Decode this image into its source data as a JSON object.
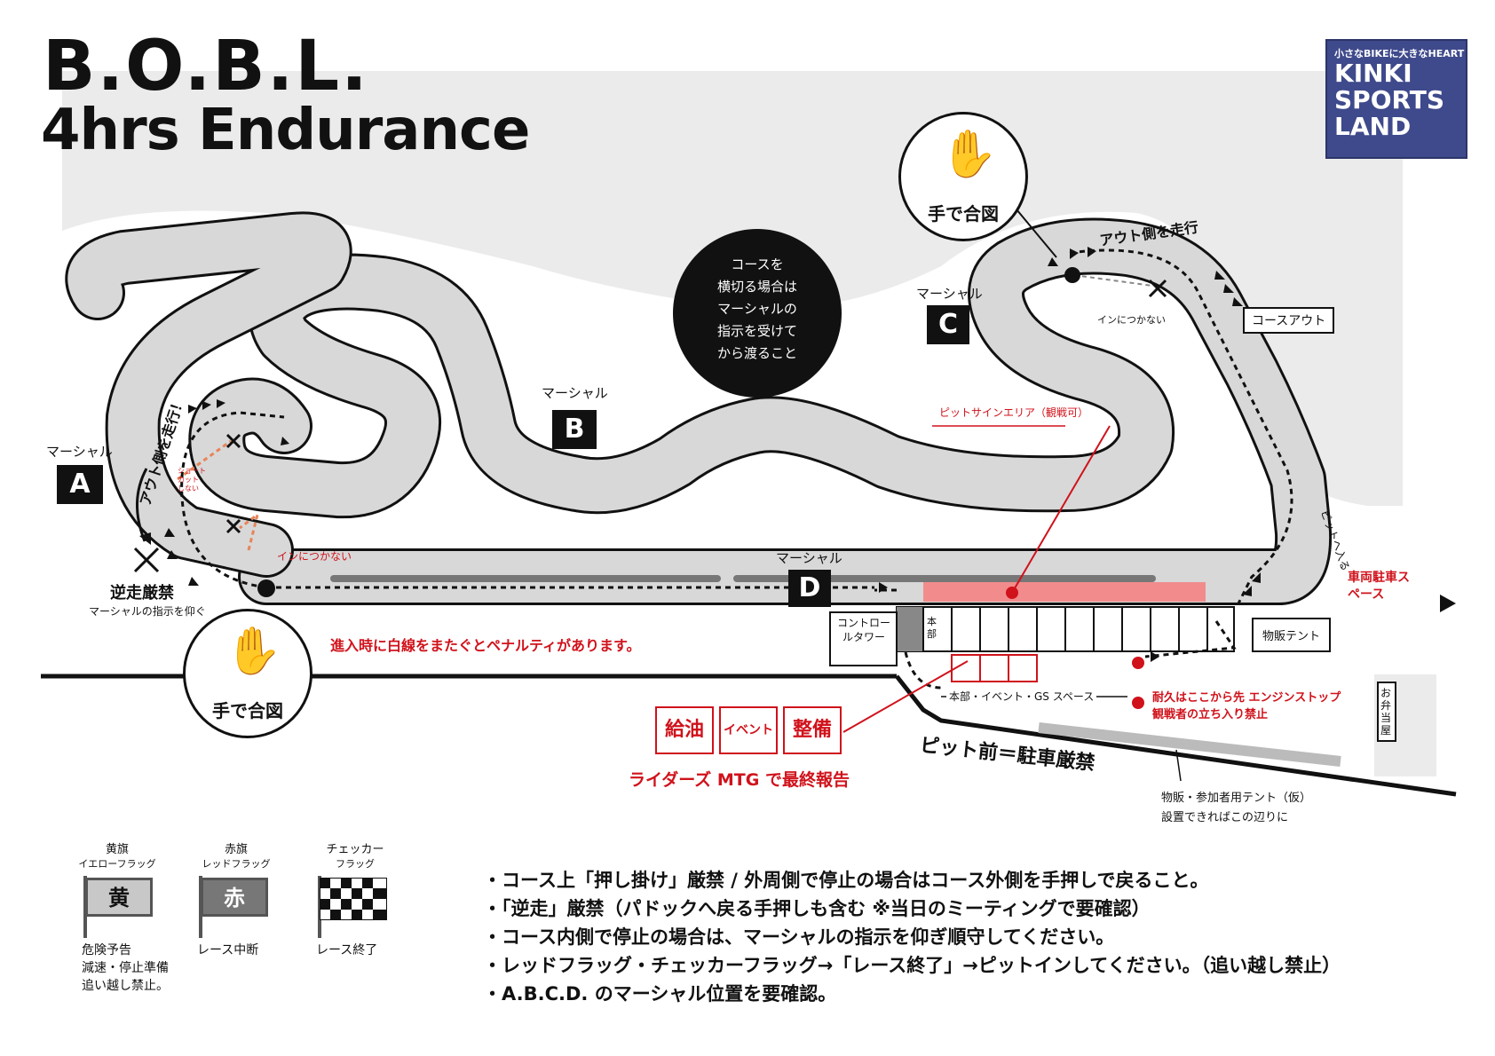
{
  "title": {
    "line1": "B.O.B.L.",
    "line2": "4hrs Endurance"
  },
  "logo": {
    "tagline": "小さなBIKEに大きなHEART",
    "word1": "KINKI",
    "word2": "SPORTS",
    "word3": "LAND"
  },
  "marshals": {
    "label": "マーシャル",
    "A": "A",
    "B": "B",
    "C": "C",
    "D": "D"
  },
  "hand_signal": "手で合図",
  "crossing_note": [
    "コースを",
    "横切る場合は",
    "マーシャルの",
    "指示を受けて",
    "から渡ること"
  ],
  "annotations": {
    "outside_run_left": "アウト側を走行！",
    "outside_run_top": "アウト側を走行",
    "no_reverse": "逆走厳禁",
    "follow_marshal": "マーシャルの指示を仰ぐ",
    "no_shortcut": "ショート カット しない",
    "no_inside_left": "インにつかない",
    "no_inside_top": "インにつかない",
    "course_out": "コースアウト",
    "pit_in": "ピットへ入る",
    "pit_sign_area": "ピットサインエリア（観戦可）",
    "white_line_penalty": "進入時に白線をまたぐとペナルティがあります。",
    "vehicle_parking": "車両駐車スペース",
    "shop_tent": "物販テント",
    "control_tower": "コントロールタワー",
    "hq_short": "本部",
    "hq_event": "本部・イベント・GS スペース",
    "engine_stop_1": "耐久はここから先 エンジンストップ",
    "engine_stop_2": "観戦者の立ち入り禁止",
    "lunch": "お弁当屋",
    "no_parking_pit": "ピット前＝駐車厳禁",
    "tent_note_1": "物販・参加者用テント（仮）",
    "tent_note_2": "設置できればこの辺りに",
    "refuel": "給油",
    "event": "イベント",
    "maintenance": "整備",
    "riders_mtg": "ライダーズ MTG で最終報告"
  },
  "flags": [
    {
      "name": "黄旗",
      "sub": "イエローフラッグ",
      "mark": "黄",
      "desc": [
        "危険予告",
        "減速・停止準備",
        "追い越し禁止。"
      ],
      "color": "#c8c8c8"
    },
    {
      "name": "赤旗",
      "sub": "レッドフラッグ",
      "mark": "赤",
      "desc": [
        "レース中断"
      ],
      "color": "#777777"
    },
    {
      "name": "チェッカー",
      "sub": "フラッグ",
      "mark": "",
      "desc": [
        "レース終了"
      ],
      "color": "checker"
    }
  ],
  "rules": [
    "・コース上「押し掛け」厳禁 / 外周側で停止の場合はコース外側を手押しで戻ること。",
    "・「逆走」厳禁（パドックへ戻る手押しも含む ※当日のミーティングで要確認）",
    "・コース内側で停止の場合は、マーシャルの指示を仰ぎ順守してください。",
    "・レッドフラッグ・チェッカーフラッグ→「レース終了」→ピットインしてください。（追い越し禁止）",
    "・A.B.C.D. のマーシャル位置を要確認。"
  ],
  "colors": {
    "track": "#d8d8d8",
    "background_area": "#ebebeb",
    "accent_red": "#d0121b",
    "logo_blue": "#3f4a8c"
  }
}
